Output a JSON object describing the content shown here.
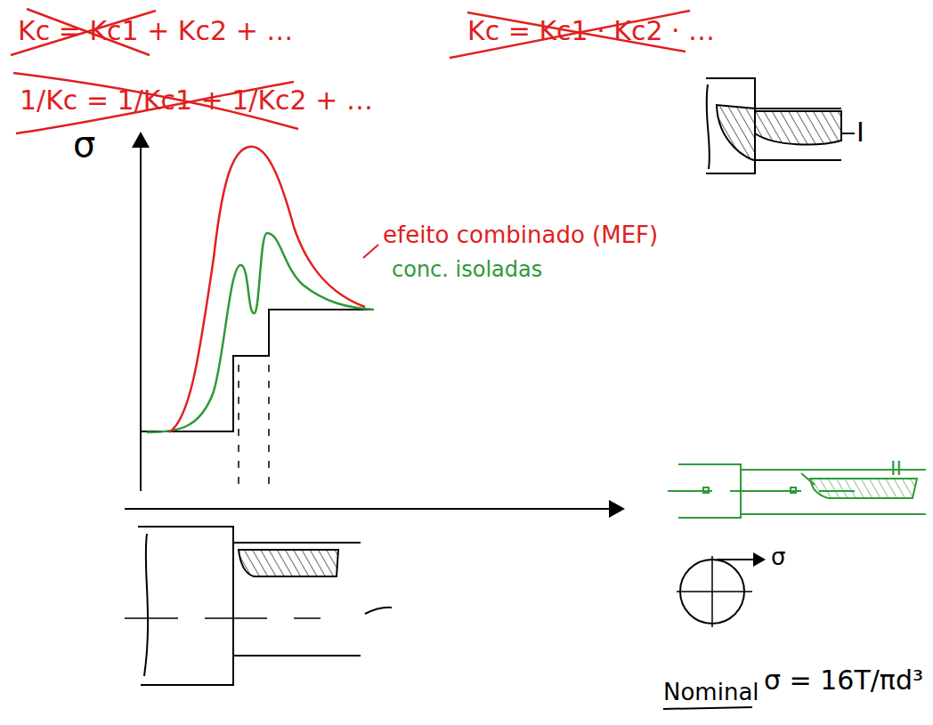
{
  "diagram": {
    "labels": [
      "Kc = Kc1 + Kc2 + …",
      "Kc = Kc1 · Kc2 · …",
      "1/Kc = 1/Kc1 + 1/Kc2 + …",
      "σ",
      "efeito combinado (MEF)",
      "conc. isoladas",
      "I",
      "II",
      "σ",
      "Nominal",
      "σ = 16T/πd³"
    ]
  }
}
